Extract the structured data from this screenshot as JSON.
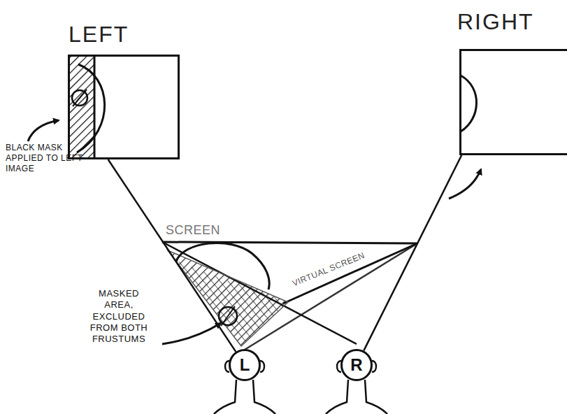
{
  "diagram": {
    "nodes": [
      {
        "text": [
          "LEFT"
        ]
      },
      {
        "text": [
          "RIGHT"
        ]
      },
      {
        "text": [
          "L"
        ]
      },
      {
        "text": [
          "R"
        ]
      }
    ],
    "edges": [
      {
        "from": 2,
        "to": 0,
        "arrow": "none"
      },
      {
        "from": 3,
        "to": 1,
        "arrow": "none"
      }
    ],
    "labels": [
      "BLACK MASK APPLIED TO LEFT IMAGE",
      "SCREEN",
      "VIRTUAL SCREEN",
      "MASKED AREA, EXCLUDED FROM BOTH FRUSTUMS"
    ]
  }
}
